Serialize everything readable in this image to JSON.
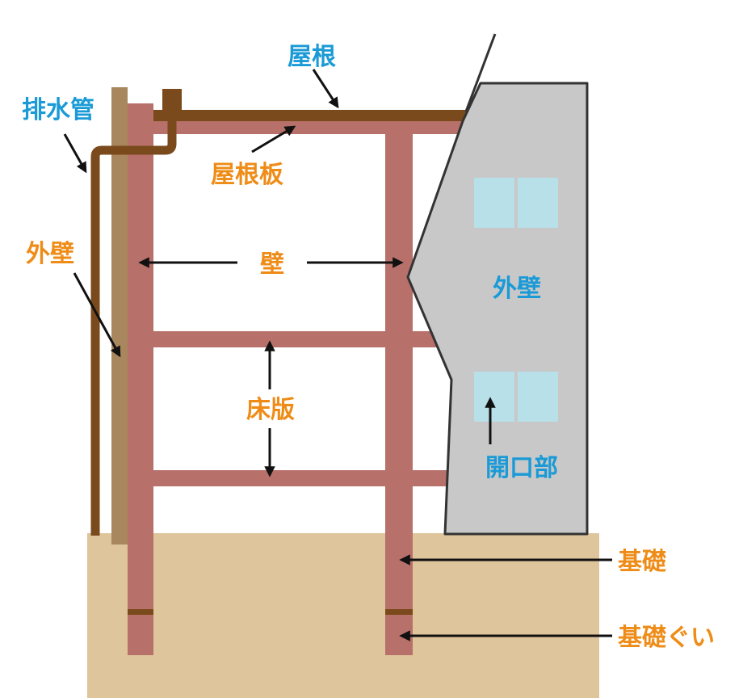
{
  "labels": {
    "roof": "屋根",
    "drain_pipe": "排水管",
    "roof_board": "屋根板",
    "exterior_wall_left": "外壁",
    "wall": "壁",
    "floor_slab": "床版",
    "exterior_wall_right": "外壁",
    "opening": "開口部",
    "foundation": "基礎",
    "foundation_pile": "基礎ぐい"
  },
  "colors": {
    "blue_label": "#1a9ad6",
    "orange_label": "#ee8c17",
    "frame": "#b7706a",
    "roof_beam": "#7a4a1c",
    "pipe": "#7a4a1c",
    "wall_panel": "#a8875e",
    "ground": "#dec59c",
    "building": "#c8c8c8",
    "window": "#b8e0e8",
    "arrow": "#111111"
  }
}
